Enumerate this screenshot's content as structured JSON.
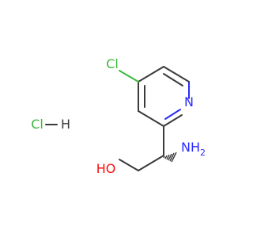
{
  "structure": {
    "atoms": {
      "chlorine_ring": "Cl",
      "nitrogen_ring": "N",
      "amine": "NH",
      "amine_h_count": "2",
      "hydroxyl": "HO"
    },
    "salt": {
      "cl": "Cl",
      "h": "H"
    }
  },
  "colors": {
    "bond": "#3a3a3a",
    "chlorine": "#3cb83c",
    "nitrogen": "#2a2aff",
    "oxygen": "#ff0d0d",
    "carbon": "#3a3a3a"
  },
  "icons": {
    "stereo_bond": "hashed-wedge-icon"
  }
}
